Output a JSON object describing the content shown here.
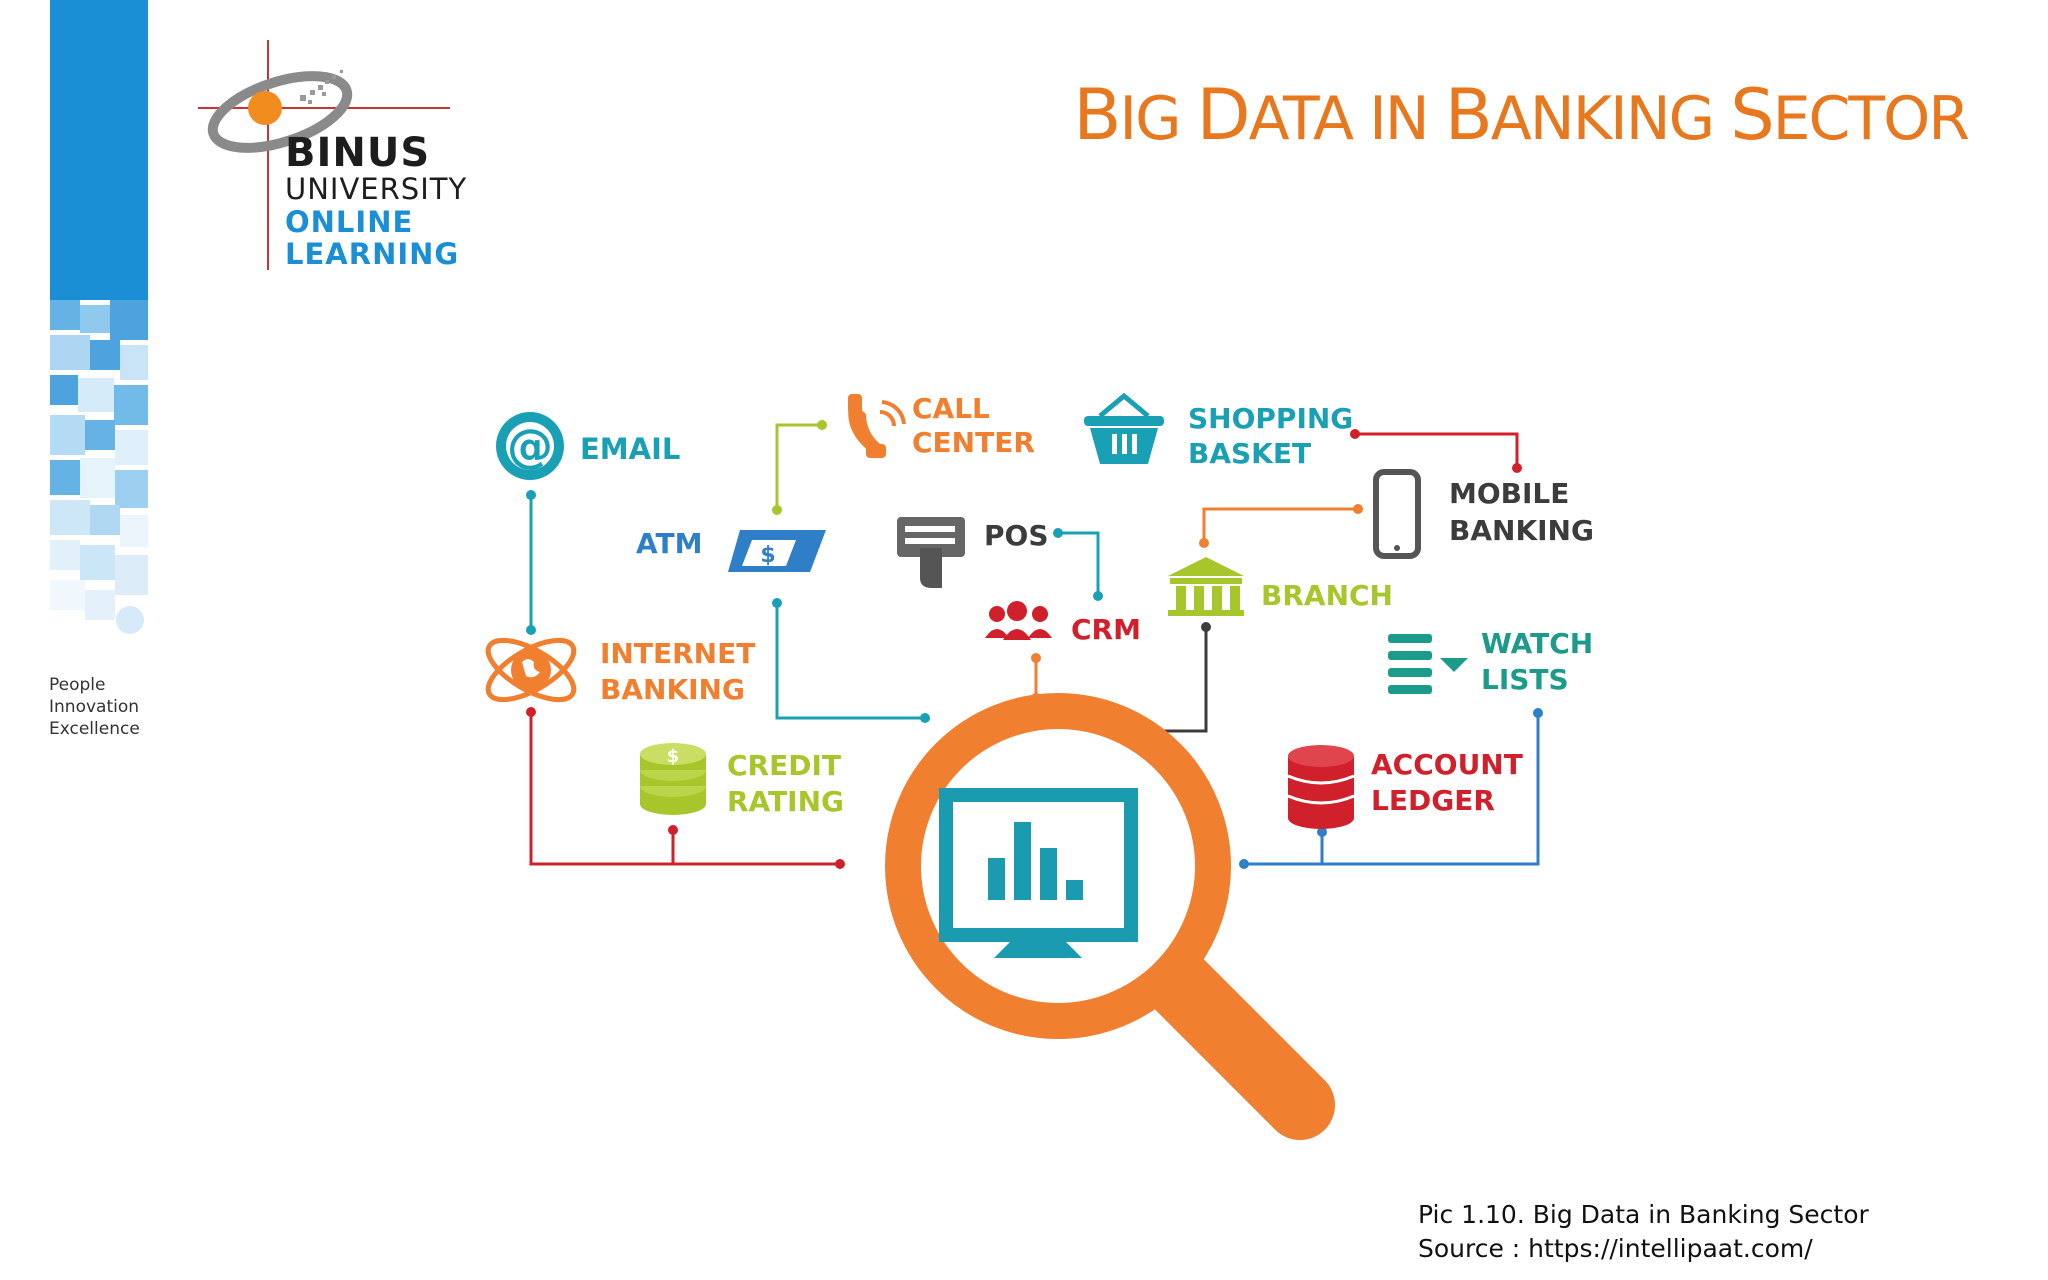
{
  "slide": {
    "title_first": "B",
    "title_rest": "IG ",
    "title_second": "D",
    "title_rest2": "ATA IN ",
    "title_third": "B",
    "title_rest3": "ANKING ",
    "title_fourth": "S",
    "title_rest4": "ECTOR",
    "title_full": "Big Data in Banking Sector"
  },
  "logo": {
    "line1": "BINUS",
    "line2": "UNIVERSITY",
    "line3": "ONLINE",
    "line4": "LEARNING"
  },
  "tagline": [
    "People",
    "Innovation",
    "Excellence"
  ],
  "diagram": {
    "nodes": {
      "email": [
        "EMAIL"
      ],
      "atm": [
        "ATM"
      ],
      "call_center": [
        "CALL",
        "CENTER"
      ],
      "pos": [
        "POS"
      ],
      "shopping_basket": [
        "SHOPPING",
        "BASKET"
      ],
      "mobile_banking": [
        "MOBILE",
        "BANKING"
      ],
      "branch": [
        "BRANCH"
      ],
      "crm": [
        "CRM"
      ],
      "internet_banking": [
        "INTERNET",
        "BANKING"
      ],
      "watch_lists": [
        "WATCH",
        "LISTS"
      ],
      "credit_rating": [
        "CREDIT",
        "RATING"
      ],
      "account_ledger": [
        "ACCOUNT",
        "LEDGER"
      ]
    },
    "colors": {
      "orange": "#f07f2f",
      "teal": "#1aa0b5",
      "blue": "#2f7fc8",
      "lime": "#a7c62b",
      "red": "#d0202c",
      "dark": "#3c3c3c",
      "green_teal": "#1d9b8a"
    }
  },
  "caption": {
    "line1": "Pic 1.10. Big Data in Banking Sector",
    "line2": "Source : https://intellipaat.com/"
  }
}
